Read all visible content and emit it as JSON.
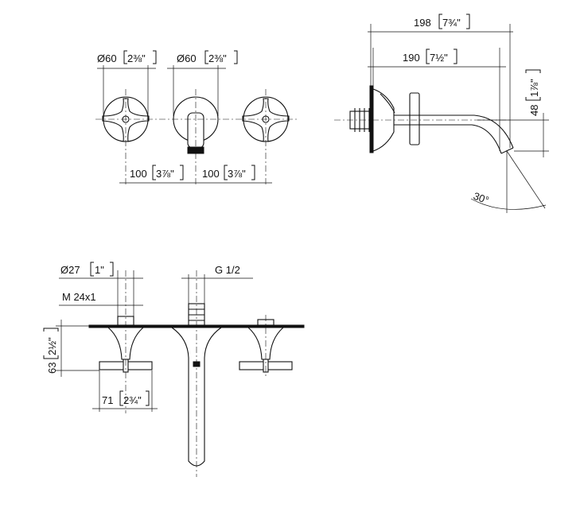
{
  "dimensions": {
    "front_top_diam_left": {
      "value": "Ø60",
      "inch": "2⅜\""
    },
    "front_top_diam_mid": {
      "value": "Ø60",
      "inch": "2⅜\""
    },
    "front_spacing_left": {
      "value": "100",
      "inch": "3⅞\""
    },
    "front_spacing_right": {
      "value": "100",
      "inch": "3⅞\""
    },
    "side_total_length": {
      "value": "198",
      "inch": "7¾\""
    },
    "side_spout_length": {
      "value": "190",
      "inch": "7½\""
    },
    "side_height": {
      "value": "48",
      "inch": "1⅞\""
    },
    "side_angle": {
      "value": "30°"
    },
    "bottom_diam": {
      "value": "Ø27",
      "inch": "1\""
    },
    "bottom_thread_valve": {
      "value": "M 24x1"
    },
    "bottom_thread_spout": {
      "value": "G 1/2"
    },
    "bottom_depth": {
      "value": "63",
      "inch": "2½\""
    },
    "bottom_handle_width": {
      "value": "71",
      "inch": "2¾\""
    }
  }
}
